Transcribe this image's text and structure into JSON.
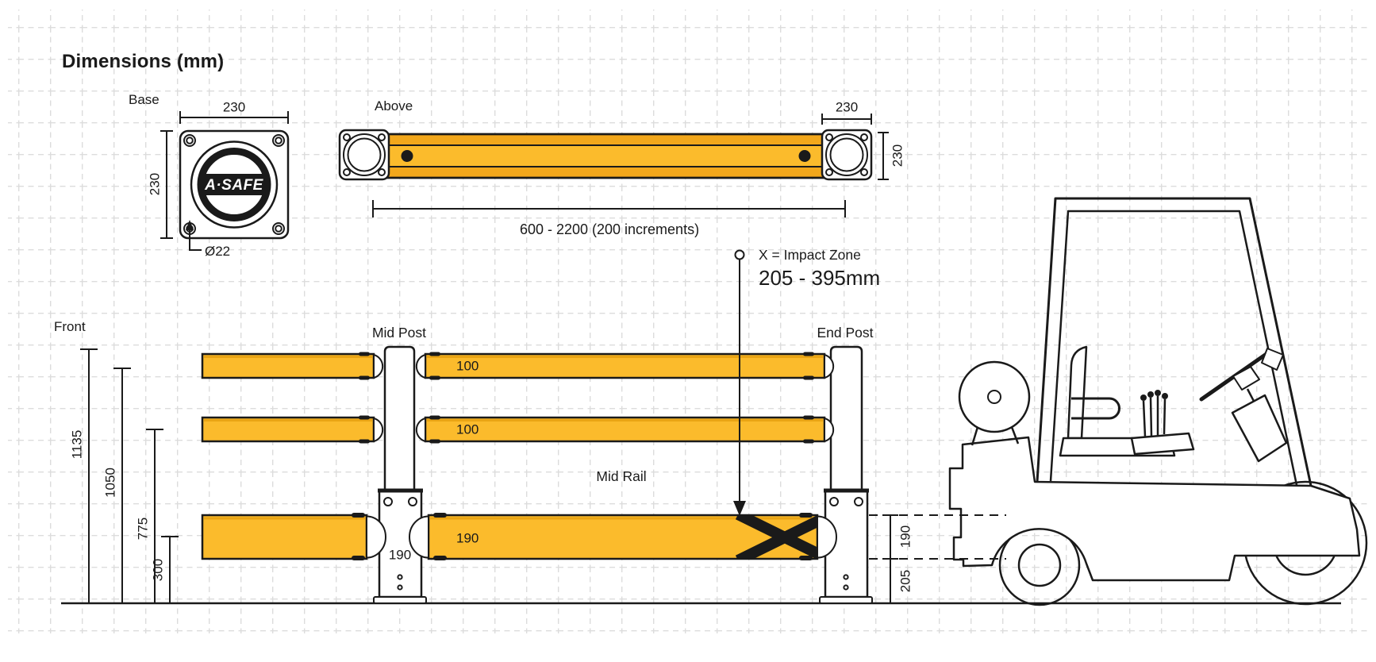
{
  "title": "Dimensions (mm)",
  "base_view": {
    "label": "Base",
    "width_dim": "230",
    "height_dim": "230",
    "hole_dim": "Ø22",
    "logo_text": "A·SAFE"
  },
  "above_view": {
    "label": "Above",
    "end_width_dim": "230",
    "end_depth_dim": "230",
    "length_dim": "600 - 2200 (200 increments)"
  },
  "impact_zone": {
    "line1": "X = Impact Zone",
    "line2": "205 - 395mm"
  },
  "front_view": {
    "label": "Front",
    "height_dims": [
      "1135",
      "1050",
      "775",
      "300"
    ],
    "mid_post_label": "Mid Post",
    "end_post_label": "End Post",
    "mid_rail_label": "Mid Rail",
    "top_rail_dim": "100",
    "second_rail_dim": "100",
    "bottom_rail_dim": "190",
    "post_width_dim": "190",
    "rail_height_dim": "190",
    "ground_clearance_dim": "205"
  },
  "colors": {
    "rail_yellow": "#FBBB2C",
    "rail_yellow_dark": "#F2A71B",
    "rail_edge": "#E9A414",
    "line": "#1a1a1a",
    "grid": "#dcdcdc"
  }
}
